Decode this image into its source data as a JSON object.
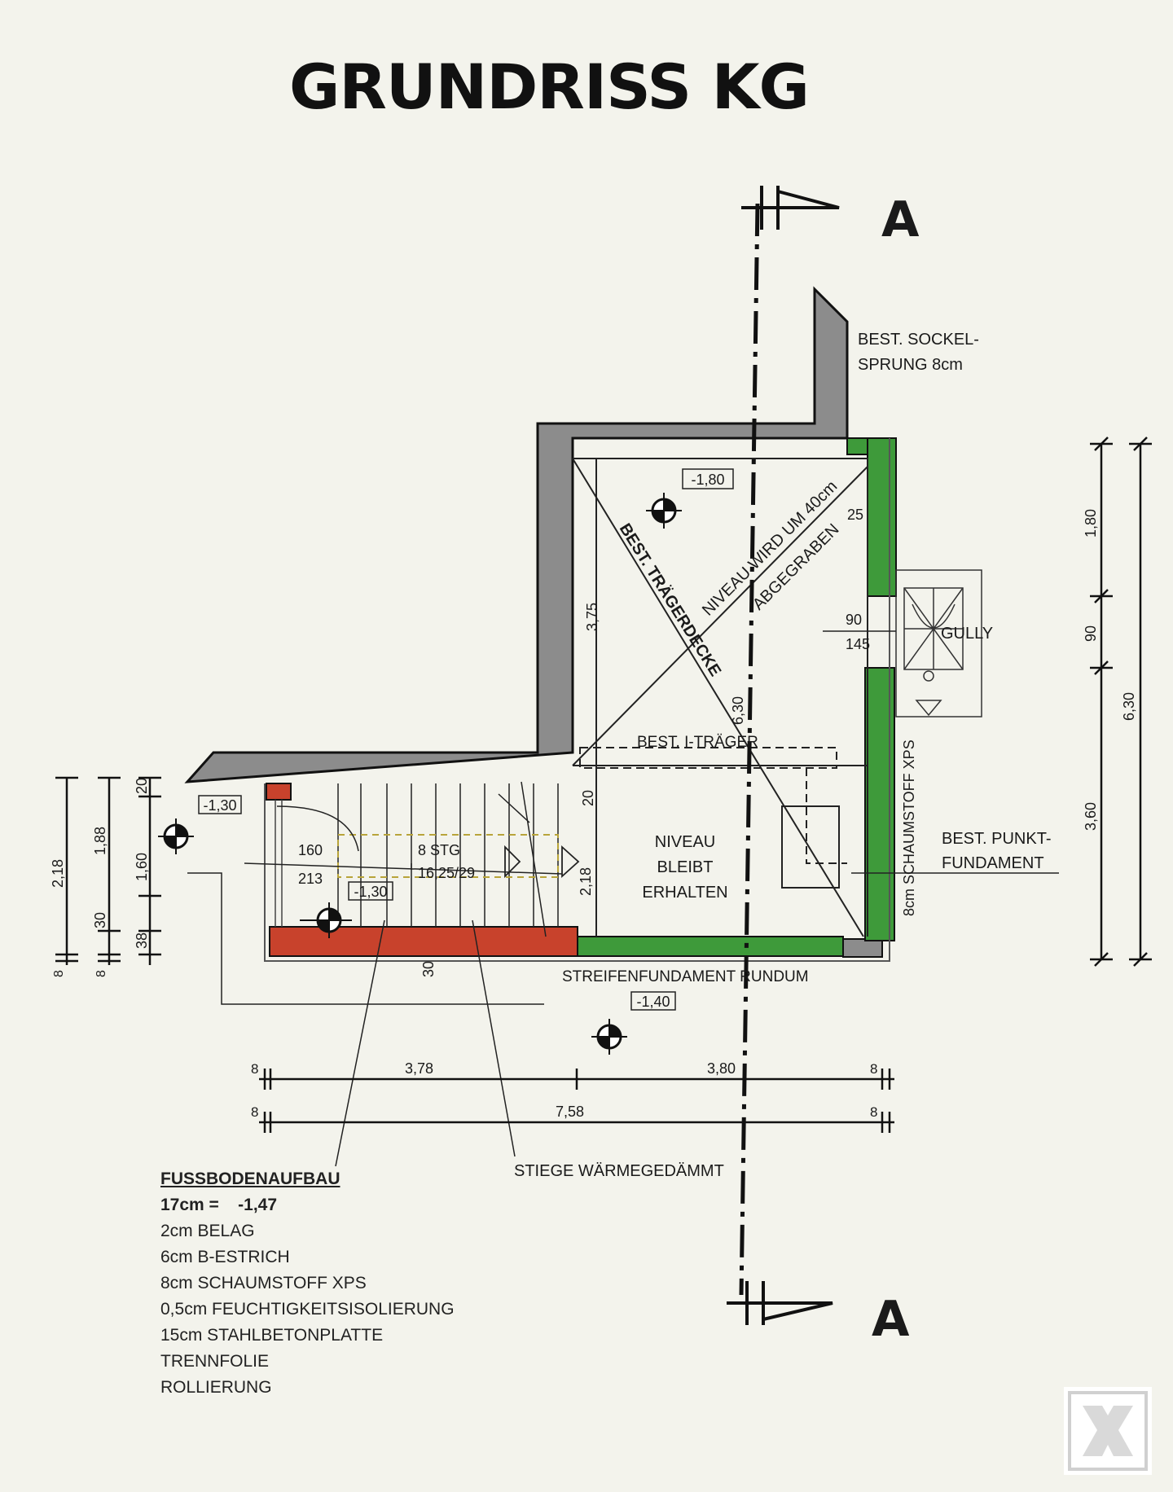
{
  "title": "GRUNDRISS KG",
  "section": {
    "marker": "A"
  },
  "labels": {
    "sockel_1": "BEST. SOCKEL-",
    "sockel_2": "SPRUNG 8cm",
    "traegerdecke": "BEST. TRÄGERDECKE",
    "niveau_wird_1": "NIVEAU WIRD UM 40cm",
    "niveau_wird_2": "ABGEGRABEN",
    "niveau_bleibt_1": "NIVEAU",
    "niveau_bleibt_2": "BLEIBT",
    "niveau_bleibt_3": "ERHALTEN",
    "i_traeger": "BEST. I-TRÄGER",
    "gully": "GULLY",
    "schaumstoff": "8cm SCHAUMSTOFF XPS",
    "punkt_1": "BEST. PUNKT-",
    "punkt_2": "FUNDAMENT",
    "streifen": "STREIFENFUNDAMENT RUNDUM",
    "stiege": "STIEGE WÄRMEGEDÄMMT",
    "stg_1": "8 STG",
    "stg_2": "16,25/29"
  },
  "levels": {
    "upper": "-1,80",
    "left": "-1,30",
    "stair": "-1,30",
    "bottom": "-1,40"
  },
  "dims": {
    "d25": "25",
    "d90a": "90",
    "d145": "145",
    "d375": "3,75",
    "d630v": "6,30",
    "d20a": "20",
    "d218i": "2,18",
    "d160": "160",
    "d213": "213",
    "d30b": "30",
    "r180": "1,80",
    "r90": "90",
    "r360": "3,60",
    "r630": "6,30",
    "l218": "2,18",
    "l188": "1,88",
    "l20": "20",
    "l160": "1,60",
    "l30": "30",
    "l38": "38",
    "l8a": "8",
    "l8b": "8",
    "b8a": "8",
    "b378": "3,78",
    "b380": "3,80",
    "b8b": "8",
    "c8a": "8",
    "c758": "7,58",
    "c8b": "8"
  },
  "floor_build": {
    "heading": "FUSSBODENAUFBAU",
    "total": "17cm =    -1,47",
    "layers": [
      "2cm BELAG",
      "6cm B-ESTRICH",
      "8cm SCHAUMSTOFF XPS",
      "0,5cm FEUCHTIGKEITSISOLIERUNG",
      "15cm STAHLBETONPLATTE",
      "TRENNFOLIE",
      "ROLLIERUNG"
    ]
  },
  "colors": {
    "existing_wall": "#8c8c8c",
    "insulation_green": "#3e9a3a",
    "new_wall_red": "#c8422c",
    "line": "#1a1a1a",
    "paper": "#f3f3ec"
  }
}
